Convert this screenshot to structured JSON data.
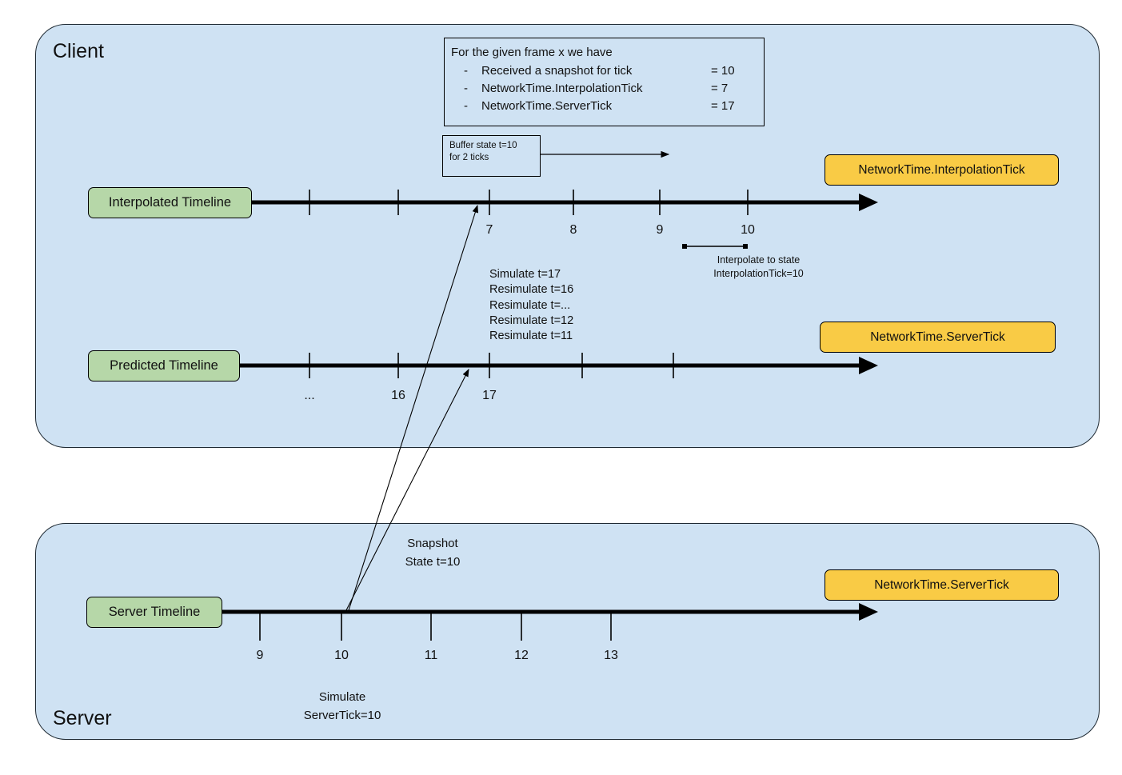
{
  "colors": {
    "panel_bg": "#cfe2f3",
    "green": "#b6d7a8",
    "yellow": "#f9cb45",
    "line": "#000000"
  },
  "panels": {
    "client": {
      "label": "Client"
    },
    "server": {
      "label": "Server"
    }
  },
  "info_box": {
    "title": "For the given frame x we have",
    "items": [
      {
        "bullet": "-",
        "label": "Received a snapshot for tick",
        "value": "= 10"
      },
      {
        "bullet": "-",
        "label": "NetworkTime.InterpolationTick",
        "value": "= 7"
      },
      {
        "bullet": "-",
        "label": "NetworkTime.ServerTick",
        "value": "= 17"
      }
    ]
  },
  "buffer_note": {
    "line1": "Buffer state t=10",
    "line2": "for 2 ticks"
  },
  "badges": {
    "interpolation_tick": "NetworkTime.InterpolationTick",
    "server_tick_client": "NetworkTime.ServerTick",
    "server_tick_server": "NetworkTime.ServerTick"
  },
  "timelines": {
    "interpolated": {
      "label": "Interpolated Timeline",
      "tick_labels": [
        "7",
        "8",
        "9",
        "10"
      ]
    },
    "predicted": {
      "label": "Predicted Timeline",
      "tick_labels": [
        "...",
        "16",
        "17"
      ]
    },
    "server": {
      "label": "Server Timeline",
      "tick_labels": [
        "9",
        "10",
        "11",
        "12",
        "13"
      ]
    }
  },
  "annotations": {
    "interpolate_note": {
      "line1": "Interpolate to state",
      "line2": "InterpolationTick=10"
    },
    "simulate_list": [
      "Simulate t=17",
      "Resimulate t=16",
      "Resimulate t=...",
      "Resimulate t=12",
      "Resimulate t=11"
    ],
    "snapshot_note": {
      "line1": "Snapshot",
      "line2": "State t=10"
    },
    "simulate_server_note": {
      "line1": "Simulate",
      "line2": "ServerTick=10"
    }
  }
}
